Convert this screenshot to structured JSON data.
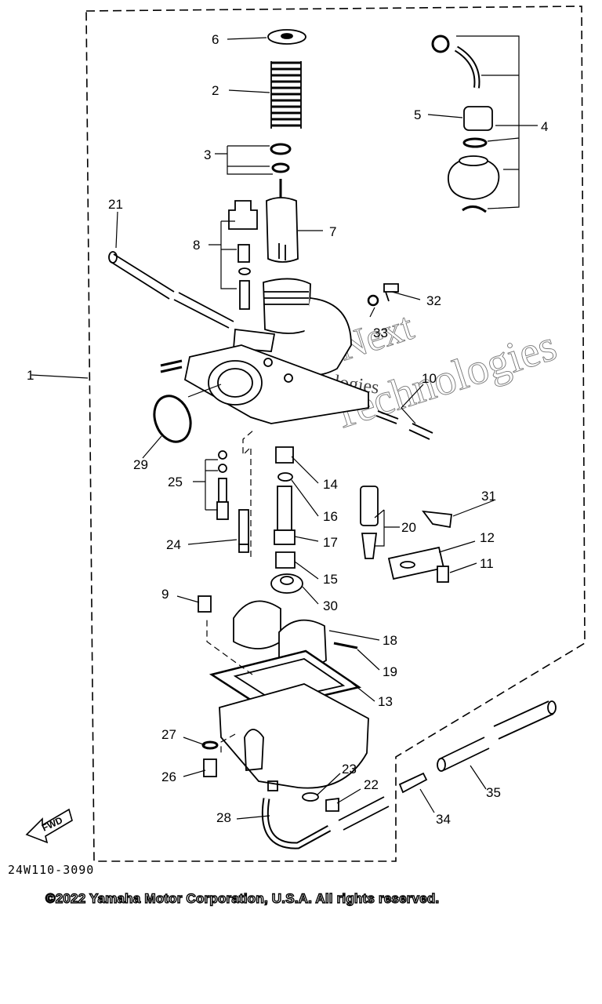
{
  "diagram": {
    "callouts": [
      {
        "id": "c1",
        "text": "1"
      },
      {
        "id": "c2",
        "text": "2"
      },
      {
        "id": "c3",
        "text": "3"
      },
      {
        "id": "c4",
        "text": "4"
      },
      {
        "id": "c5",
        "text": "5"
      },
      {
        "id": "c6",
        "text": "6"
      },
      {
        "id": "c7",
        "text": "7"
      },
      {
        "id": "c8",
        "text": "8"
      },
      {
        "id": "c9",
        "text": "9"
      },
      {
        "id": "c10",
        "text": "10"
      },
      {
        "id": "c11",
        "text": "11"
      },
      {
        "id": "c12",
        "text": "12"
      },
      {
        "id": "c13",
        "text": "13"
      },
      {
        "id": "c14",
        "text": "14"
      },
      {
        "id": "c15",
        "text": "15"
      },
      {
        "id": "c16",
        "text": "16"
      },
      {
        "id": "c17",
        "text": "17"
      },
      {
        "id": "c18",
        "text": "18"
      },
      {
        "id": "c19",
        "text": "19"
      },
      {
        "id": "c20",
        "text": "20"
      },
      {
        "id": "c21",
        "text": "21"
      },
      {
        "id": "c22",
        "text": "22"
      },
      {
        "id": "c23",
        "text": "23"
      },
      {
        "id": "c24",
        "text": "24"
      },
      {
        "id": "c25",
        "text": "25"
      },
      {
        "id": "c26",
        "text": "26"
      },
      {
        "id": "c27",
        "text": "27"
      },
      {
        "id": "c28",
        "text": "28"
      },
      {
        "id": "c29",
        "text": "29"
      },
      {
        "id": "c30",
        "text": "30"
      },
      {
        "id": "c31",
        "text": "31"
      },
      {
        "id": "c32",
        "text": "32"
      },
      {
        "id": "c33",
        "text": "33"
      },
      {
        "id": "c34",
        "text": "34"
      },
      {
        "id": "c35",
        "text": "35"
      }
    ],
    "fwd_label": "FWD",
    "drawing_code": "24W110-3090",
    "watermark_1": "Next",
    "watermark_2": "Technologies",
    "watermark_3": "Technologies",
    "copyright": "©2022 Yamaha Motor Corporation, U.S.A. All rights reserved."
  }
}
